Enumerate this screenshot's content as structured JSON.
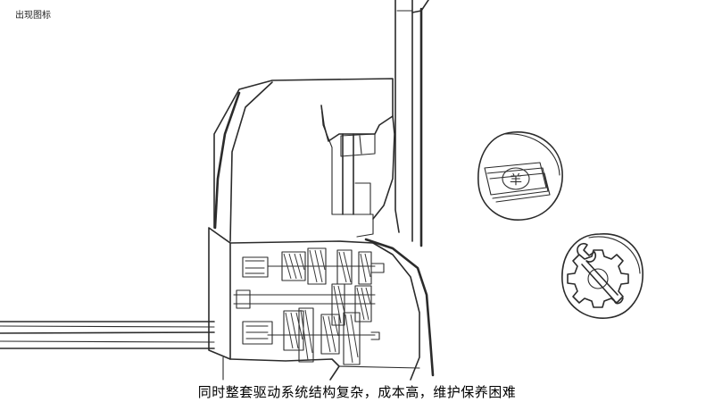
{
  "corner_label": "出现图标",
  "subtitle": "同时整套驱动系统结构复杂，成本高，维护保养困难",
  "money_icon_text": "羊",
  "colors": {
    "ink": "#2b2b2b",
    "background": "#ffffff"
  }
}
